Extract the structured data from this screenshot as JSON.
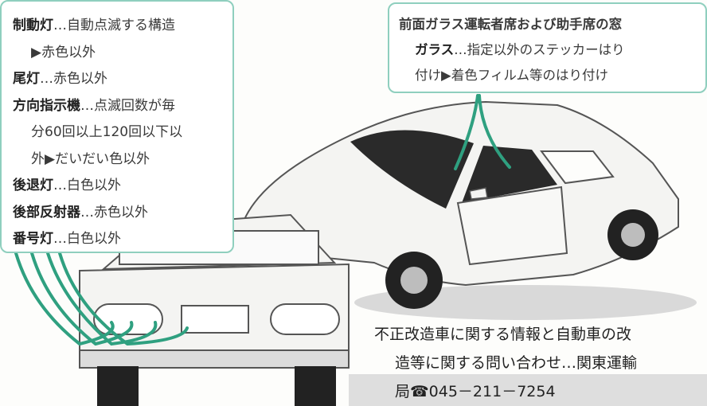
{
  "left_callout": {
    "items": [
      {
        "term": "制動灯",
        "desc": "…自動点滅する構造",
        "continuation": [
          "▶赤色以外"
        ]
      },
      {
        "term": "尾灯",
        "desc": "…赤色以外",
        "continuation": []
      },
      {
        "term": "方向指示機",
        "desc": "…点滅回数が毎",
        "continuation": [
          "分60回以上120回以下以",
          "外▶だいだい色以外"
        ]
      },
      {
        "term": "後退灯",
        "desc": "…白色以外",
        "continuation": []
      },
      {
        "term": "後部反射器",
        "desc": "…赤色以外",
        "continuation": []
      },
      {
        "term": "番号灯",
        "desc": "…白色以外",
        "continuation": []
      }
    ]
  },
  "right_callout": {
    "line1_term": "前面ガラス運転者席および助手席の窓",
    "line2_term": "ガラス",
    "line2_desc": "…指定以外のステッカーはり",
    "line3_desc": "付け▶着色フィルム等のはり付け"
  },
  "footer": {
    "line1": "不正改造車に関する情報と自動車の改",
    "line2": "造等に関する問い合わせ…関東運輸",
    "line3": "局☎045－211－7254"
  },
  "colors": {
    "accent": "#2fa080",
    "callout_border": "#8fcfbe",
    "car_body": "#f4f4f2",
    "window_dark": "#2a2a2a",
    "road_shadow": "#d2d2d2"
  }
}
